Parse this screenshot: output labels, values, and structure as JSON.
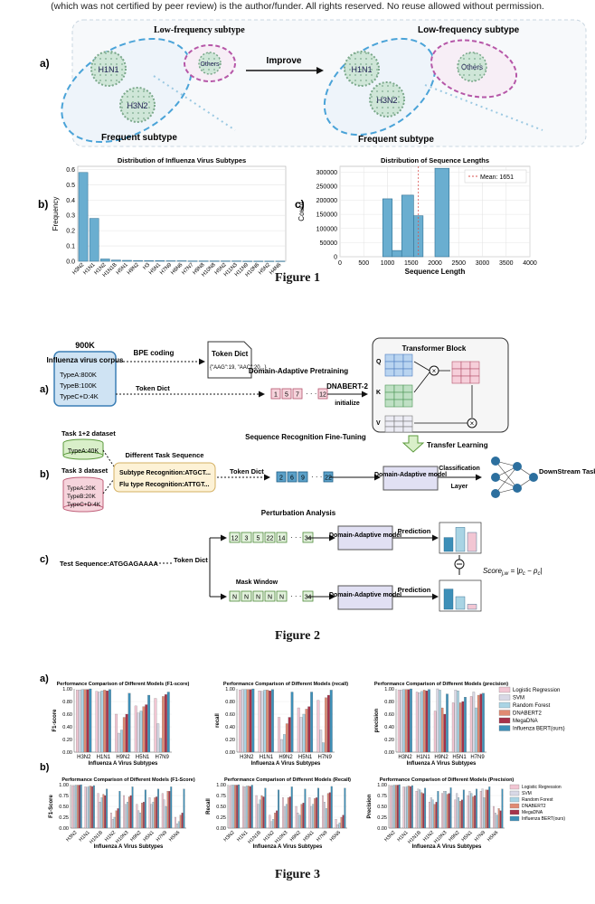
{
  "header": "(which was not certified by peer review) is the author/funder. All rights reserved. No reuse allowed without permission.",
  "figure1": {
    "caption": "Figure 1",
    "panel_a": {
      "label": "a)",
      "low_freq_left": "Low-frequency subtype",
      "low_freq_right": "Low-frequency subtype",
      "frequent_left": "Frequent subtype",
      "frequent_right": "Frequent subtype",
      "arrow_label": "Improve",
      "virus_h1n1": "H1N1",
      "virus_h3n2": "H3N2",
      "virus_others": "Others"
    },
    "panel_b_label": "b)",
    "panel_c_label": "c)"
  },
  "figure2": {
    "caption": "Figure 2",
    "label_a": "a)",
    "label_b": "b)",
    "label_c": "c)",
    "corpus_count": "900K",
    "corpus_title": "Influenza virus corpus",
    "corpus_rows": [
      "TypeA:800K",
      "TypeB:100K",
      "TypeC+D:4K"
    ],
    "bpe": "BPE coding",
    "token_dict_title": "Token Dict",
    "token_dict_body": "{\"AAG\":19, \"AAC\":20,..}",
    "token_dict": "Token Dict",
    "domain_pretrain": "Domain-Adaptive Pretraining",
    "dnabert": "DNABERT-2",
    "initialize": "initialize",
    "transformer": "Transformer Block",
    "qkv": [
      "Q",
      "K",
      "V"
    ],
    "transfer": "Transfer Learning",
    "task12": "Task 1+2 dataset",
    "task12_row": "TypeA:40K",
    "task3": "Task 3 dataset",
    "task3_rows": [
      "TypeA:20K",
      "TypeB:20K",
      "TypeC+D:4K"
    ],
    "diff_task": "Different Task Sequence",
    "subtype_rec": "Subtype Recognition:ATGCT...",
    "flu_rec": "Flu type Recognition:ATTGT...",
    "seq_rec": "Sequence Recognition Fine-Tuning",
    "da_model": "Domain-Adaptive model",
    "classification": "Classification",
    "layer": "Layer",
    "downstream": "DownStream Task",
    "perturb": "Perturbation Analysis",
    "test_seq": "Test Sequence:ATGGAGAAAA",
    "mask_window": "Mask Window",
    "prediction": "Prediction",
    "score": "Score",
    "tok_a": [
      "1",
      "5",
      "7",
      "12"
    ],
    "tok_b": [
      "2",
      "6",
      "9",
      "22"
    ],
    "tok_c1": [
      "12",
      "3",
      "5",
      "22",
      "14",
      "34"
    ],
    "tok_c2": [
      "N",
      "N",
      "N",
      "N",
      "N",
      "34"
    ]
  },
  "figure3": {
    "caption": "Figure 3",
    "label_a": "a)",
    "label_b": "b)",
    "legend": [
      "Logistic Regression",
      "SVM",
      "Random Forest",
      "DNABERT2",
      "MegaDNA",
      "Influenza BERT(ours)"
    ],
    "colors": [
      "#f2c6d3",
      "#d8d8e6",
      "#a9d4e4",
      "#e08a72",
      "#a6324a",
      "#3d8fb8"
    ],
    "xlabel": "Influenza A Virus Subtypes",
    "xlabel_a1": "Influenza A Virus Subtypes"
  },
  "chart_data": [
    {
      "type": "bar",
      "title": "Distribution of Influenza Virus Subtypes",
      "xlabel": "",
      "ylabel": "Frequency",
      "ylim": [
        0,
        0.62
      ],
      "yticks": [
        0.0,
        0.1,
        0.2,
        0.3,
        0.4,
        0.5,
        0.6
      ],
      "categories": [
        "H3N2",
        "H1N1",
        "H1N2",
        "H1N1B",
        "H5N1",
        "H9N2",
        "H3",
        "H5N1",
        "H7N9",
        "H6N6",
        "H7N7",
        "H9N8",
        "H10N8",
        "H5N2",
        "H11N3",
        "H11N9",
        "H10N6",
        "H5N2",
        "H4N6"
      ],
      "values": [
        0.58,
        0.28,
        0.015,
        0.008,
        0.006,
        0.005,
        0.004,
        0.004,
        0.003,
        0.003,
        0.002,
        0.002,
        0.002,
        0.002,
        0.002,
        0.001,
        0.001,
        0.001,
        0.001
      ],
      "grid": true
    },
    {
      "type": "bar",
      "title": "Distribution of Sequence Lengths",
      "xlabel": "Sequence Length",
      "ylabel": "Count",
      "xlim": [
        0,
        4000
      ],
      "ylim": [
        0,
        320000
      ],
      "xticks": [
        0,
        500,
        1000,
        1500,
        2000,
        2500,
        3000,
        3500,
        4000
      ],
      "yticks": [
        "0",
        "50000",
        "100000",
        "150000",
        "200000",
        "250000",
        "300000"
      ],
      "bins": [
        [
          900,
          1100,
          205000
        ],
        [
          1100,
          1300,
          22000
        ],
        [
          1300,
          1550,
          218000
        ],
        [
          1550,
          1750,
          145000
        ],
        [
          2000,
          2300,
          313000
        ]
      ],
      "mean_label": "Mean: 1651",
      "mean": 1651,
      "legend": "top-right"
    },
    {
      "type": "bar",
      "title": "Performance Comparison of Different Models (F1-score)",
      "ylabel": "F1-score",
      "xlabel": "Influenza A Virus Subtypes",
      "categories": [
        "H3N2",
        "H1N1",
        "H9N2",
        "H5N1",
        "H7N9"
      ],
      "ylim": [
        0,
        1.0
      ],
      "yticks": [
        "0.00",
        "0.20",
        "0.40",
        "0.60",
        "0.80",
        "1.00"
      ],
      "series": [
        {
          "name": "Logistic Regression",
          "values": [
            0.98,
            0.96,
            0.6,
            0.73,
            0.85
          ]
        },
        {
          "name": "SVM",
          "values": [
            0.98,
            0.95,
            0.3,
            0.62,
            0.45
          ]
        },
        {
          "name": "Random Forest",
          "values": [
            0.99,
            0.97,
            0.35,
            0.65,
            0.22
          ]
        },
        {
          "name": "DNABERT2",
          "values": [
            0.99,
            0.98,
            0.55,
            0.72,
            0.88
          ]
        },
        {
          "name": "MegaDNA",
          "values": [
            0.99,
            0.97,
            0.6,
            0.75,
            0.91
          ]
        },
        {
          "name": "Influenza BERT(ours)",
          "values": [
            1.0,
            0.99,
            0.93,
            0.9,
            0.95
          ]
        }
      ]
    },
    {
      "type": "bar",
      "title": "Performance Comparison of Different Models (recall)",
      "ylabel": "recall",
      "xlabel": "Influenza A Virus Subtypes",
      "categories": [
        "H3N2",
        "H1N1",
        "H9N2",
        "H5N1",
        "H7N9"
      ],
      "ylim": [
        0,
        1.0
      ],
      "yticks": [
        "0.00",
        "0.20",
        "0.40",
        "0.60",
        "0.80",
        "1.00"
      ],
      "series": [
        {
          "name": "Logistic Regression",
          "values": [
            0.98,
            0.97,
            0.55,
            0.7,
            0.82
          ]
        },
        {
          "name": "SVM",
          "values": [
            0.99,
            0.96,
            0.2,
            0.55,
            0.35
          ]
        },
        {
          "name": "Random Forest",
          "values": [
            0.99,
            0.98,
            0.28,
            0.6,
            0.15
          ]
        },
        {
          "name": "DNABERT2",
          "values": [
            0.99,
            0.98,
            0.45,
            0.68,
            0.86
          ]
        },
        {
          "name": "MegaDNA",
          "values": [
            0.99,
            0.97,
            0.55,
            0.72,
            0.9
          ]
        },
        {
          "name": "Influenza BERT(ours)",
          "values": [
            1.0,
            0.99,
            0.95,
            0.95,
            0.98
          ]
        }
      ]
    },
    {
      "type": "bar",
      "title": "Performance Comparison of Different Models (precision)",
      "ylabel": "precision",
      "xlabel": "Influenza A Virus Subtypes",
      "categories": [
        "H3N2",
        "H1N1",
        "H9N2",
        "H5N1",
        "H7N9"
      ],
      "ylim": [
        0,
        1.0
      ],
      "yticks": [
        "0.00",
        "0.20",
        "0.40",
        "0.60",
        "0.80",
        "1.00"
      ],
      "series": [
        {
          "name": "Logistic Regression",
          "values": [
            0.98,
            0.95,
            0.65,
            0.78,
            0.88
          ]
        },
        {
          "name": "SVM",
          "values": [
            0.98,
            0.94,
            1.0,
            0.98,
            0.95
          ]
        },
        {
          "name": "Random Forest",
          "values": [
            0.99,
            0.96,
            0.98,
            0.97,
            0.7
          ]
        },
        {
          "name": "DNABERT2",
          "values": [
            0.99,
            0.98,
            0.7,
            0.78,
            0.9
          ]
        },
        {
          "name": "MegaDNA",
          "values": [
            0.99,
            0.97,
            0.6,
            0.8,
            0.92
          ]
        },
        {
          "name": "Influenza BERT(ours)",
          "values": [
            1.0,
            0.99,
            0.92,
            0.87,
            0.93
          ]
        }
      ]
    },
    {
      "type": "bar",
      "title": "Performance Comparison of Different Models (F1-Score)",
      "ylabel": "F1-Score",
      "xlabel": "Influenza A Virus Subtypes",
      "categories": [
        "H3N2",
        "H1N1",
        "H1N1B",
        "H1N2",
        "H10N3",
        "H9N2",
        "H5N1",
        "H7N9",
        "H5N6"
      ],
      "ylim": [
        0,
        1.0
      ],
      "yticks": [
        "0.00",
        "0.25",
        "0.50",
        "0.75",
        "1.00"
      ],
      "series": [
        {
          "name": "Logistic Regression",
          "values": [
            0.98,
            0.95,
            0.8,
            0.35,
            0.75,
            0.55,
            0.7,
            0.8,
            0.25
          ]
        },
        {
          "name": "SVM",
          "values": [
            0.98,
            0.94,
            0.6,
            0.2,
            0.55,
            0.4,
            0.55,
            0.65,
            0.1
          ]
        },
        {
          "name": "Random Forest",
          "values": [
            0.99,
            0.96,
            0.7,
            0.25,
            0.6,
            0.35,
            0.6,
            0.5,
            0.15
          ]
        },
        {
          "name": "DNABERT2",
          "values": [
            0.99,
            0.97,
            0.78,
            0.4,
            0.72,
            0.58,
            0.7,
            0.85,
            0.3
          ]
        },
        {
          "name": "MegaDNA",
          "values": [
            0.99,
            0.96,
            0.75,
            0.45,
            0.75,
            0.6,
            0.72,
            0.85,
            0.35
          ]
        },
        {
          "name": "Influenza BERT(ours)",
          "values": [
            1.0,
            0.98,
            0.9,
            0.85,
            0.95,
            0.88,
            0.9,
            0.95,
            0.9
          ]
        }
      ]
    },
    {
      "type": "bar",
      "title": "Performance Comparison of Different Models (Recall)",
      "ylabel": "Recall",
      "xlabel": "Influenza A Virus Subtypes",
      "categories": [
        "H3N2",
        "H1N1",
        "H1N1B",
        "H1N2",
        "H10N3",
        "H9N2",
        "H5N1",
        "H7N9",
        "H5N6"
      ],
      "ylim": [
        0,
        1.0
      ],
      "yticks": [
        "0.00",
        "0.25",
        "0.50",
        "0.75",
        "1.00"
      ],
      "series": [
        {
          "name": "Logistic Regression",
          "values": [
            0.98,
            0.96,
            0.75,
            0.3,
            0.7,
            0.5,
            0.7,
            0.75,
            0.2
          ]
        },
        {
          "name": "SVM",
          "values": [
            0.99,
            0.95,
            0.55,
            0.15,
            0.5,
            0.35,
            0.5,
            0.6,
            0.08
          ]
        },
        {
          "name": "Random Forest",
          "values": [
            0.99,
            0.97,
            0.65,
            0.2,
            0.55,
            0.3,
            0.55,
            0.45,
            0.12
          ]
        },
        {
          "name": "DNABERT2",
          "values": [
            0.99,
            0.97,
            0.75,
            0.35,
            0.7,
            0.55,
            0.68,
            0.8,
            0.25
          ]
        },
        {
          "name": "MegaDNA",
          "values": [
            0.99,
            0.96,
            0.72,
            0.4,
            0.72,
            0.58,
            0.7,
            0.82,
            0.3
          ]
        },
        {
          "name": "Influenza BERT(ours)",
          "values": [
            1.0,
            0.99,
            0.92,
            0.88,
            0.95,
            0.9,
            0.92,
            0.96,
            0.92
          ]
        }
      ]
    },
    {
      "type": "bar",
      "title": "Performance Comparison of Different Models (Precision)",
      "ylabel": "Precision",
      "xlabel": "Influenza A Virus Subtypes",
      "categories": [
        "H3N2",
        "H1N1",
        "H1N1B",
        "H1N2",
        "H10N3",
        "H9N2",
        "H5N1",
        "H7N9",
        "H5N6"
      ],
      "ylim": [
        0,
        1.0
      ],
      "yticks": [
        "0.00",
        "0.25",
        "0.50",
        "0.75",
        "1.00"
      ],
      "series": [
        {
          "name": "Logistic Regression",
          "values": [
            0.98,
            0.95,
            0.85,
            0.6,
            0.8,
            0.65,
            0.75,
            0.85,
            0.5
          ]
        },
        {
          "name": "SVM",
          "values": [
            0.98,
            0.94,
            0.9,
            0.7,
            0.85,
            0.8,
            0.85,
            0.9,
            0.35
          ]
        },
        {
          "name": "Random Forest",
          "values": [
            0.99,
            0.96,
            0.88,
            0.65,
            0.85,
            0.7,
            0.8,
            0.7,
            0.3
          ]
        },
        {
          "name": "DNABERT2",
          "values": [
            0.99,
            0.97,
            0.82,
            0.55,
            0.78,
            0.62,
            0.72,
            0.88,
            0.45
          ]
        },
        {
          "name": "MegaDNA",
          "values": [
            0.99,
            0.96,
            0.8,
            0.6,
            0.8,
            0.65,
            0.75,
            0.88,
            0.4
          ]
        },
        {
          "name": "Influenza BERT(ours)",
          "values": [
            1.0,
            0.98,
            0.92,
            0.85,
            0.93,
            0.88,
            0.9,
            0.95,
            0.9
          ]
        }
      ]
    }
  ]
}
